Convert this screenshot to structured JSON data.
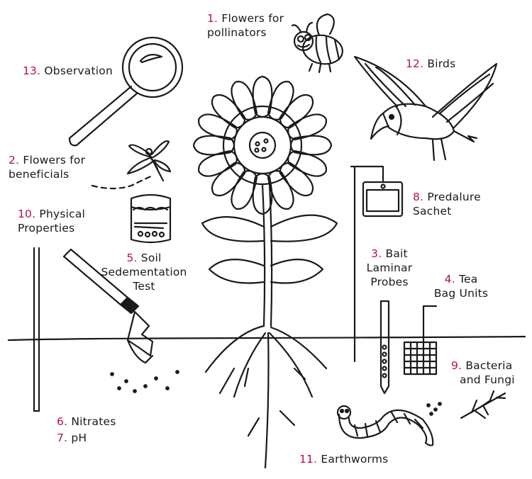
{
  "colors": {
    "number": "#b5124f",
    "ink": "#1a1a1a",
    "background": "#ffffff"
  },
  "icons": [
    "bee-icon",
    "bird-icon",
    "magnifier-icon",
    "dragonfly-icon",
    "sunflower-icon",
    "soil-jar-icon",
    "predalure-sachet-icon",
    "bait-lamina-probe-icon",
    "tea-bag-icon",
    "soil-probe-icon",
    "fungi-icon",
    "earthworm-icon"
  ],
  "labels": {
    "flowers_pollinators": {
      "num": "1.",
      "line1": "Flowers for",
      "line2": "pollinators"
    },
    "flowers_beneficials": {
      "num": "2.",
      "line1": "Flowers for",
      "line2": "beneficials"
    },
    "bait_laminar": {
      "num": "3.",
      "line1": "Bait",
      "line2": "Laminar",
      "line3": "Probes"
    },
    "tea_bag": {
      "num": "4.",
      "line1": "Tea",
      "line2": "Bag Units"
    },
    "soil_test": {
      "num": "5.",
      "line1": "Soil",
      "line2": "Sedementation",
      "line3": "Test"
    },
    "nitrates": {
      "num": "6.",
      "text": "Nitrates"
    },
    "ph": {
      "num": "7.",
      "text": "pH"
    },
    "predalure": {
      "num": "8.",
      "line1": "Predalure",
      "line2": "Sachet"
    },
    "bacteria": {
      "num": "9.",
      "line1": "Bacteria",
      "line2": "and Fungi"
    },
    "physical": {
      "num": "10.",
      "line1": "Physical",
      "line2": "Properties"
    },
    "earthworms": {
      "num": "11.",
      "text": "Earthworms"
    },
    "birds": {
      "num": "12.",
      "text": "Birds"
    },
    "observation": {
      "num": "13.",
      "text": "Observation"
    }
  }
}
